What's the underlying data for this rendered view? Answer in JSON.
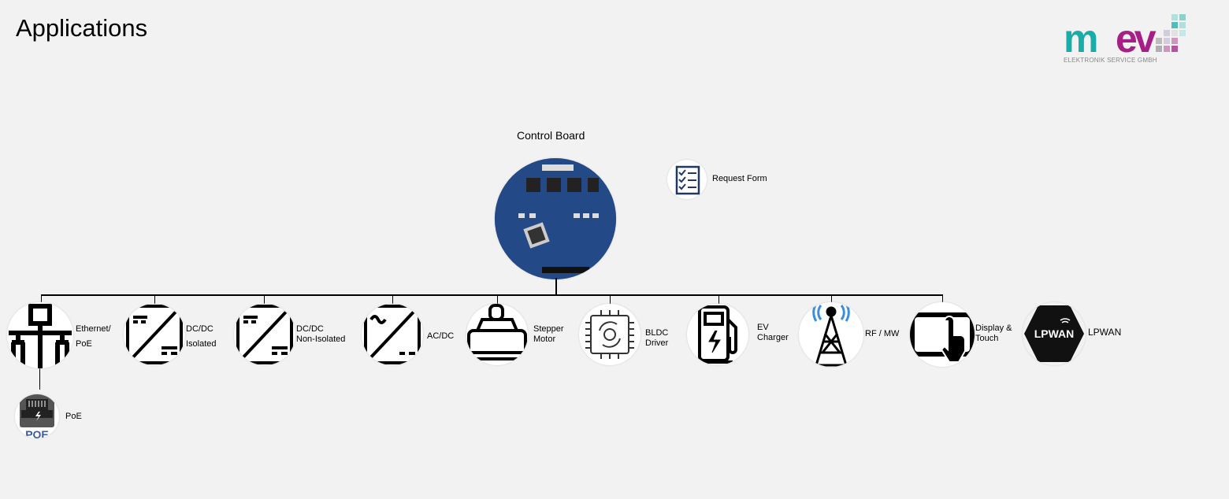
{
  "page_title": "Applications",
  "logo": {
    "text": "mev",
    "subtitle": "ELEKTRONIK SERVICE GMBH",
    "colors": {
      "teal": "#1aaca8",
      "magenta": "#a61f86"
    }
  },
  "root": {
    "label": "Control Board"
  },
  "request_form": {
    "label": "Request Form"
  },
  "nodes": [
    {
      "line1": "Ethernet/",
      "line2": "PoE",
      "icon": "ethernet-network-icon"
    },
    {
      "line1": "DC/DC",
      "line2": "Isolated",
      "icon": "dc-dc-converter-icon"
    },
    {
      "line1": "DC/DC",
      "line2": "Non-Isolated",
      "icon": "dc-dc-converter-icon"
    },
    {
      "line1": "AC/DC",
      "line2": "",
      "icon": "ac-dc-converter-icon"
    },
    {
      "line1": "Stepper",
      "line2": "Motor",
      "icon": "stepper-motor-icon"
    },
    {
      "line1": "BLDC",
      "line2": "Driver",
      "icon": "bldc-driver-icon"
    },
    {
      "line1": "EV",
      "line2": "Charger",
      "icon": "ev-charger-icon"
    },
    {
      "line1": "RF / MW",
      "line2": "",
      "icon": "radio-tower-icon"
    },
    {
      "line1": "Display &",
      "line2": "Touch",
      "icon": "touch-display-icon"
    },
    {
      "line1": "LPWAN",
      "line2": "",
      "icon": "lpwan-icon"
    }
  ],
  "sub_node": {
    "label": "PoE",
    "icon_text": "POE"
  }
}
